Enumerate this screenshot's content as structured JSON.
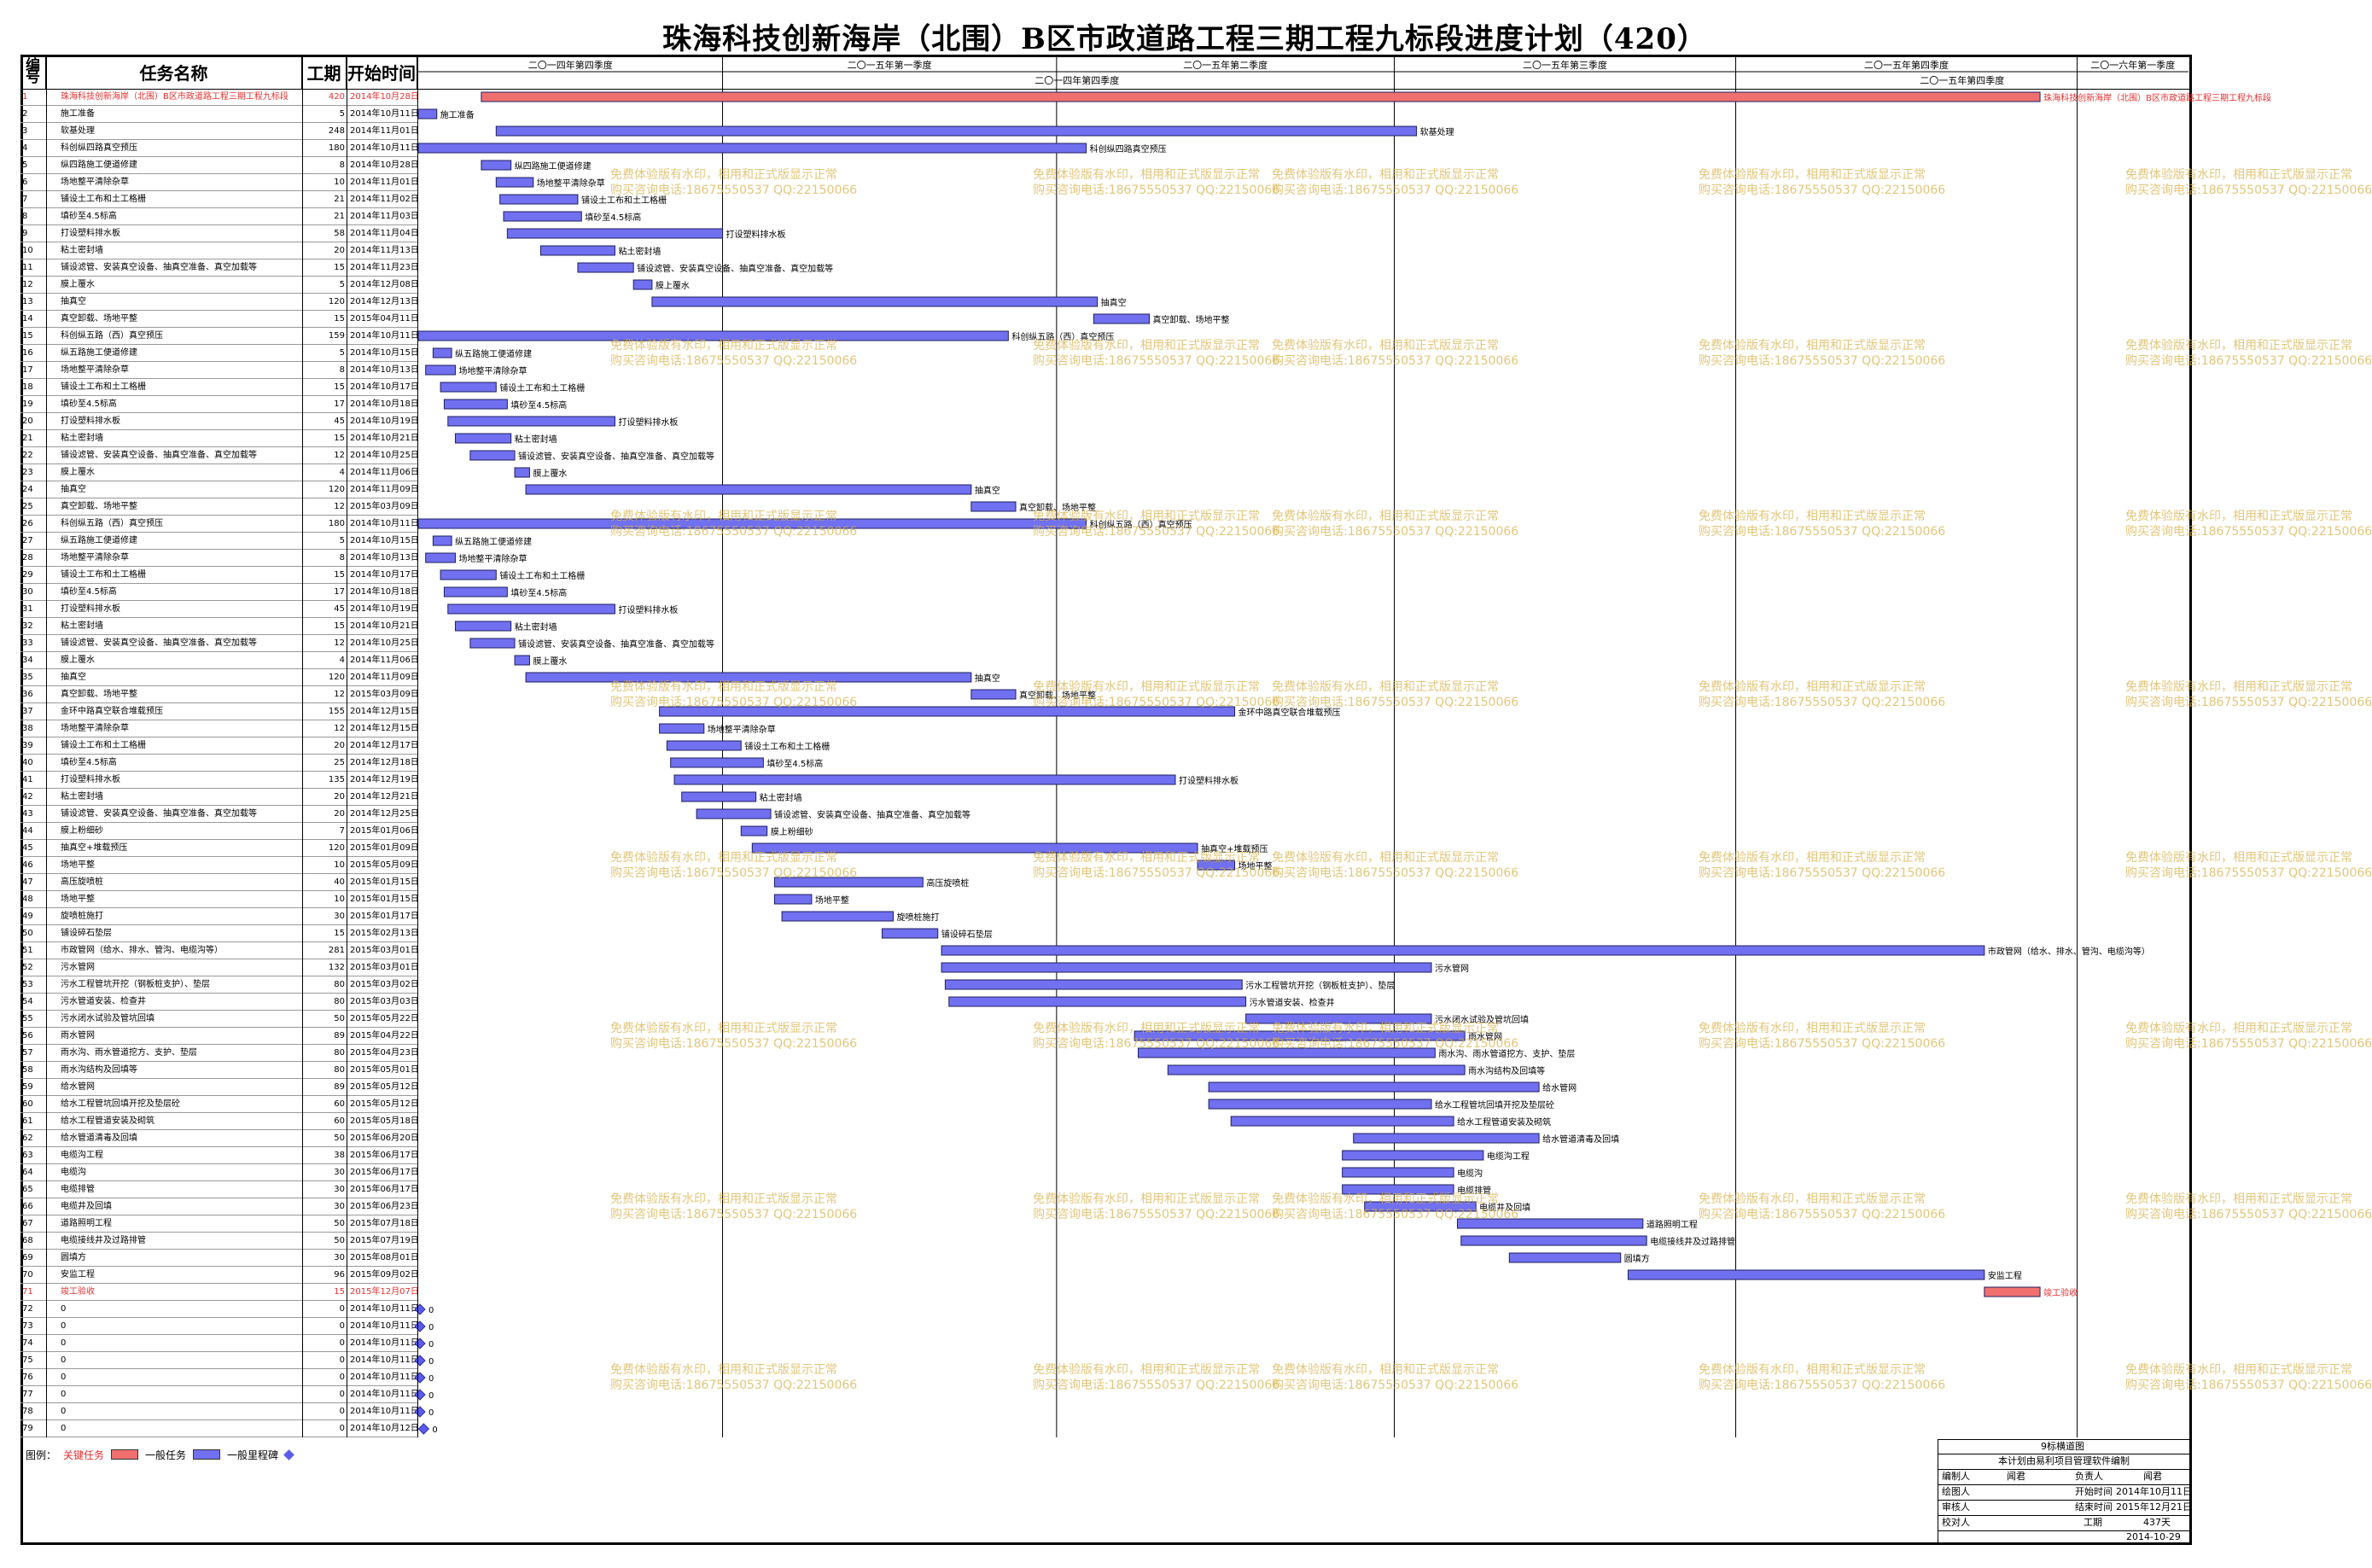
{
  "title": "珠海科技创新海岸（北围）B区市政道路工程三期工程九标段进度计划（420）",
  "headers": {
    "id": "编\n号",
    "name": "任务名称",
    "duration": "工期",
    "start": "开始时间"
  },
  "timescale": {
    "upper": [
      "二〇一四年第四季度",
      "二〇一五年第一季度",
      "二〇一五年第二季度",
      "二〇一五年第三季度",
      "二〇一五年第四季度",
      "二〇一六年第一季度"
    ],
    "lower": [
      "二〇一四年第四季度",
      "二〇一五年第四季度"
    ]
  },
  "colors": {
    "critical": "#f07070",
    "normal": "#7070f0",
    "milestone": "#5b5bf0",
    "critical_text": "#e53030",
    "watermark": "#d9b34d"
  },
  "watermark": {
    "line1": "免费体验版有水印，相用和正式版显示正常",
    "line2": "购买咨询电话:18675550537 QQ:22150066"
  },
  "legend": {
    "label": "图例：",
    "critical": "关键任务",
    "normal": "一般任务",
    "milestone": "一般里程碑"
  },
  "title_block": {
    "project": "9标横道图",
    "software": "本计划由易利项目管理软件编制",
    "prep_label": "编制人",
    "prep_name": "闻君",
    "owner_label": "负责人",
    "owner_name": "闻君",
    "draw_label": "绘图人",
    "start_label": "开始时间",
    "start_value": "2014年10月11日",
    "review_label": "审核人",
    "end_label": "结束时间",
    "end_value": "2015年12月21日",
    "check_label": "校对人",
    "dur_label": "工期",
    "dur_value": "437天",
    "date": "2014-10-29"
  },
  "chart_data": {
    "type": "gantt",
    "tasks": [
      {
        "id": "1",
        "name": "珠海科技创新海岸（北围）B区市政道路工程三期工程九标段",
        "dur": 420,
        "start": "2014年10月28日",
        "type": "critical"
      },
      {
        "id": "2",
        "name": "施工准备",
        "dur": 5,
        "start": "2014年10月11日",
        "type": "normal"
      },
      {
        "id": "3",
        "name": "软基处理",
        "dur": 248,
        "start": "2014年11月01日",
        "type": "normal"
      },
      {
        "id": "4",
        "name": "科创纵四路真空预压",
        "dur": 180,
        "start": "2014年10月11日",
        "type": "normal"
      },
      {
        "id": "5",
        "name": "纵四路施工便道修建",
        "dur": 8,
        "start": "2014年10月28日",
        "type": "normal"
      },
      {
        "id": "6",
        "name": "场地整平清除杂草",
        "dur": 10,
        "start": "2014年11月01日",
        "type": "normal"
      },
      {
        "id": "7",
        "name": "铺设土工布和土工格栅",
        "dur": 21,
        "start": "2014年11月02日",
        "type": "normal"
      },
      {
        "id": "8",
        "name": "填砂至4.5标高",
        "dur": 21,
        "start": "2014年11月03日",
        "type": "normal"
      },
      {
        "id": "9",
        "name": "打设塑料排水板",
        "dur": 58,
        "start": "2014年11月04日",
        "type": "normal"
      },
      {
        "id": "10",
        "name": "粘土密封墙",
        "dur": 20,
        "start": "2014年11月13日",
        "type": "normal"
      },
      {
        "id": "11",
        "name": "铺设滤管、安装真空设备、抽真空准备、真空加载等",
        "dur": 15,
        "start": "2014年11月23日",
        "type": "normal"
      },
      {
        "id": "12",
        "name": "膜上覆水",
        "dur": 5,
        "start": "2014年12月08日",
        "type": "normal"
      },
      {
        "id": "13",
        "name": "抽真空",
        "dur": 120,
        "start": "2014年12月13日",
        "type": "normal"
      },
      {
        "id": "14",
        "name": "真空卸载、场地平整",
        "dur": 15,
        "start": "2015年04月11日",
        "type": "normal"
      },
      {
        "id": "15",
        "name": "科创纵五路（西）真空预压",
        "dur": 159,
        "start": "2014年10月11日",
        "type": "normal"
      },
      {
        "id": "16",
        "name": "纵五路施工便道修建",
        "dur": 5,
        "start": "2014年10月15日",
        "type": "normal"
      },
      {
        "id": "17",
        "name": "场地整平清除杂草",
        "dur": 8,
        "start": "2014年10月13日",
        "type": "normal"
      },
      {
        "id": "18",
        "name": "铺设土工布和土工格栅",
        "dur": 15,
        "start": "2014年10月17日",
        "type": "normal"
      },
      {
        "id": "19",
        "name": "填砂至4.5标高",
        "dur": 17,
        "start": "2014年10月18日",
        "type": "normal"
      },
      {
        "id": "20",
        "name": "打设塑料排水板",
        "dur": 45,
        "start": "2014年10月19日",
        "type": "normal"
      },
      {
        "id": "21",
        "name": "粘土密封墙",
        "dur": 15,
        "start": "2014年10月21日",
        "type": "normal"
      },
      {
        "id": "22",
        "name": "铺设滤管、安装真空设备、抽真空准备、真空加载等",
        "dur": 12,
        "start": "2014年10月25日",
        "type": "normal"
      },
      {
        "id": "23",
        "name": "膜上覆水",
        "dur": 4,
        "start": "2014年11月06日",
        "type": "normal"
      },
      {
        "id": "24",
        "name": "抽真空",
        "dur": 120,
        "start": "2014年11月09日",
        "type": "normal"
      },
      {
        "id": "25",
        "name": "真空卸载、场地平整",
        "dur": 12,
        "start": "2015年03月09日",
        "type": "normal"
      },
      {
        "id": "26",
        "name": "科创纵五路（西）真空预压",
        "dur": 180,
        "start": "2014年10月11日",
        "type": "normal"
      },
      {
        "id": "27",
        "name": "纵五路施工便道修建",
        "dur": 5,
        "start": "2014年10月15日",
        "type": "normal"
      },
      {
        "id": "28",
        "name": "场地整平清除杂草",
        "dur": 8,
        "start": "2014年10月13日",
        "type": "normal"
      },
      {
        "id": "29",
        "name": "铺设土工布和土工格栅",
        "dur": 15,
        "start": "2014年10月17日",
        "type": "normal"
      },
      {
        "id": "30",
        "name": "填砂至4.5标高",
        "dur": 17,
        "start": "2014年10月18日",
        "type": "normal"
      },
      {
        "id": "31",
        "name": "打设塑料排水板",
        "dur": 45,
        "start": "2014年10月19日",
        "type": "normal"
      },
      {
        "id": "32",
        "name": "粘土密封墙",
        "dur": 15,
        "start": "2014年10月21日",
        "type": "normal"
      },
      {
        "id": "33",
        "name": "铺设滤管、安装真空设备、抽真空准备、真空加载等",
        "dur": 12,
        "start": "2014年10月25日",
        "type": "normal"
      },
      {
        "id": "34",
        "name": "膜上覆水",
        "dur": 4,
        "start": "2014年11月06日",
        "type": "normal"
      },
      {
        "id": "35",
        "name": "抽真空",
        "dur": 120,
        "start": "2014年11月09日",
        "type": "normal"
      },
      {
        "id": "36",
        "name": "真空卸载、场地平整",
        "dur": 12,
        "start": "2015年03月09日",
        "type": "normal"
      },
      {
        "id": "37",
        "name": "金环中路真空联合堆载预压",
        "dur": 155,
        "start": "2014年12月15日",
        "type": "normal"
      },
      {
        "id": "38",
        "name": "场地整平清除杂草",
        "dur": 12,
        "start": "2014年12月15日",
        "type": "normal"
      },
      {
        "id": "39",
        "name": "铺设土工布和土工格栅",
        "dur": 20,
        "start": "2014年12月17日",
        "type": "normal"
      },
      {
        "id": "40",
        "name": "填砂至4.5标高",
        "dur": 25,
        "start": "2014年12月18日",
        "type": "normal"
      },
      {
        "id": "41",
        "name": "打设塑料排水板",
        "dur": 135,
        "start": "2014年12月19日",
        "type": "normal"
      },
      {
        "id": "42",
        "name": "粘土密封墙",
        "dur": 20,
        "start": "2014年12月21日",
        "type": "normal"
      },
      {
        "id": "43",
        "name": "铺设滤管、安装真空设备、抽真空准备、真空加载等",
        "dur": 20,
        "start": "2014年12月25日",
        "type": "normal"
      },
      {
        "id": "44",
        "name": "膜上粉细砂",
        "dur": 7,
        "start": "2015年01月06日",
        "type": "normal"
      },
      {
        "id": "45",
        "name": "抽真空+堆载预压",
        "dur": 120,
        "start": "2015年01月09日",
        "type": "normal"
      },
      {
        "id": "46",
        "name": "场地平整",
        "dur": 10,
        "start": "2015年05月09日",
        "type": "normal"
      },
      {
        "id": "47",
        "name": "高压旋喷桩",
        "dur": 40,
        "start": "2015年01月15日",
        "type": "normal"
      },
      {
        "id": "48",
        "name": "场地平整",
        "dur": 10,
        "start": "2015年01月15日",
        "type": "normal"
      },
      {
        "id": "49",
        "name": "旋喷桩施打",
        "dur": 30,
        "start": "2015年01月17日",
        "type": "normal"
      },
      {
        "id": "50",
        "name": "铺设碎石垫层",
        "dur": 15,
        "start": "2015年02月13日",
        "type": "normal"
      },
      {
        "id": "51",
        "name": "市政管网（给水、排水、管沟、电缆沟等）",
        "dur": 281,
        "start": "2015年03月01日",
        "type": "normal"
      },
      {
        "id": "52",
        "name": "污水管网",
        "dur": 132,
        "start": "2015年03月01日",
        "type": "normal"
      },
      {
        "id": "53",
        "name": "污水工程管坑开挖（钢板桩支护）、垫层",
        "dur": 80,
        "start": "2015年03月02日",
        "type": "normal"
      },
      {
        "id": "54",
        "name": "污水管道安装、检查井",
        "dur": 80,
        "start": "2015年03月03日",
        "type": "normal"
      },
      {
        "id": "55",
        "name": "污水闭水试验及管坑回填",
        "dur": 50,
        "start": "2015年05月22日",
        "type": "normal"
      },
      {
        "id": "56",
        "name": "雨水管网",
        "dur": 89,
        "start": "2015年04月22日",
        "type": "normal"
      },
      {
        "id": "57",
        "name": "雨水沟、雨水管道挖方、支护、垫层",
        "dur": 80,
        "start": "2015年04月23日",
        "type": "normal"
      },
      {
        "id": "58",
        "name": "雨水沟结构及回填等",
        "dur": 80,
        "start": "2015年05月01日",
        "type": "normal"
      },
      {
        "id": "59",
        "name": "给水管网",
        "dur": 89,
        "start": "2015年05月12日",
        "type": "normal"
      },
      {
        "id": "60",
        "name": "给水工程管坑回填开挖及垫层砼",
        "dur": 60,
        "start": "2015年05月12日",
        "type": "normal"
      },
      {
        "id": "61",
        "name": "给水工程管道安装及砌筑",
        "dur": 60,
        "start": "2015年05月18日",
        "type": "normal"
      },
      {
        "id": "62",
        "name": "给水管道清毒及回填",
        "dur": 50,
        "start": "2015年06月20日",
        "type": "normal"
      },
      {
        "id": "63",
        "name": "电缆沟工程",
        "dur": 38,
        "start": "2015年06月17日",
        "type": "normal"
      },
      {
        "id": "64",
        "name": "电缆沟",
        "dur": 30,
        "start": "2015年06月17日",
        "type": "normal"
      },
      {
        "id": "65",
        "name": "电缆排管",
        "dur": 30,
        "start": "2015年06月17日",
        "type": "normal"
      },
      {
        "id": "66",
        "name": "电缆井及回填",
        "dur": 30,
        "start": "2015年06月23日",
        "type": "normal"
      },
      {
        "id": "67",
        "name": "道路照明工程",
        "dur": 50,
        "start": "2015年07月18日",
        "type": "normal"
      },
      {
        "id": "68",
        "name": "电缆接线井及过路排管",
        "dur": 50,
        "start": "2015年07月19日",
        "type": "normal"
      },
      {
        "id": "69",
        "name": "圆填方",
        "dur": 30,
        "start": "2015年08月01日",
        "type": "normal"
      },
      {
        "id": "70",
        "name": "安监工程",
        "dur": 96,
        "start": "2015年09月02日",
        "type": "normal"
      },
      {
        "id": "71",
        "name": "竣工验收",
        "dur": 15,
        "start": "2015年12月07日",
        "type": "critical"
      },
      {
        "id": "72",
        "name": "0",
        "dur": 0,
        "start": "2014年10月11日",
        "type": "milestone"
      },
      {
        "id": "73",
        "name": "0",
        "dur": 0,
        "start": "2014年10月11日",
        "type": "milestone"
      },
      {
        "id": "74",
        "name": "0",
        "dur": 0,
        "start": "2014年10月11日",
        "type": "milestone"
      },
      {
        "id": "75",
        "name": "0",
        "dur": 0,
        "start": "2014年10月11日",
        "type": "milestone"
      },
      {
        "id": "76",
        "name": "0",
        "dur": 0,
        "start": "2014年10月11日",
        "type": "milestone"
      },
      {
        "id": "77",
        "name": "0",
        "dur": 0,
        "start": "2014年10月11日",
        "type": "milestone"
      },
      {
        "id": "78",
        "name": "0",
        "dur": 0,
        "start": "2014年10月11日",
        "type": "milestone"
      },
      {
        "id": "79",
        "name": "0",
        "dur": 0,
        "start": "2014年10月12日",
        "type": "milestone"
      }
    ],
    "bar_labels": {
      "1": "珠海科技创新海岸（北围）B区市政道路工程三期工程九标段",
      "2": "施工准备",
      "3": "软基处理",
      "4": "科创纵四路真空预压",
      "5": "纵四路施工便道修建",
      "6": "场地整平清除杂草",
      "7": "铺设土工布和土工格栅",
      "8": "填砂至4.5标高",
      "9": "打设塑料排水板",
      "10": "粘土密封墙",
      "11": "铺设滤管、安装真空设备、抽真空准备、真空加载等",
      "12": "膜上覆水",
      "13": "抽真空",
      "14": "真空卸载、场地平整",
      "15": "科创纵五路（西）真空预压",
      "16": "纵五路施工便道修建",
      "17": "场地整平清除杂草",
      "18": "铺设土工布和土工格栅",
      "19": "填砂至4.5标高",
      "20": "打设塑料排水板",
      "21": "粘土密封墙",
      "22": "铺设滤管、安装真空设备、抽真空准备、真空加载等",
      "23": "膜上覆水",
      "24": "抽真空",
      "25": "真空卸载、场地平整",
      "26": "科创纵五路（西）真空预压",
      "27": "纵五路施工便道修建",
      "28": "场地整平清除杂草",
      "29": "铺设土工布和土工格栅",
      "30": "填砂至4.5标高",
      "31": "打设塑料排水板",
      "32": "粘土密封墙",
      "33": "铺设滤管、安装真空设备、抽真空准备、真空加载等",
      "34": "膜上覆水",
      "35": "抽真空",
      "36": "真空卸载、场地平整",
      "37": "金环中路真空联合堆载预压",
      "38": "场地整平清除杂草",
      "39": "铺设土工布和土工格栅",
      "40": "填砂至4.5标高",
      "41": "打设塑料排水板",
      "42": "粘土密封墙",
      "43": "铺设滤管、安装真空设备、抽真空准备、真空加载等",
      "44": "膜上粉细砂",
      "45": "抽真空+堆载预压",
      "46": "场地平整",
      "47": "高压旋喷桩",
      "48": "场地平整",
      "49": "旋喷桩施打",
      "50": "铺设碎石垫层",
      "51": "市政管网（给水、排水、管沟、电缆沟等）",
      "52": "污水管网",
      "53": "污水工程管坑开挖（钢板桩支护）、垫层",
      "54": "污水管道安装、检查井",
      "55": "污水闭水试验及管坑回填",
      "56": "雨水管网",
      "57": "雨水沟、雨水管道挖方、支护、垫层",
      "58": "雨水沟结构及回填等",
      "59": "给水管网",
      "60": "给水工程管坑回填开挖及垫层砼",
      "61": "给水工程管道安装及砌筑",
      "62": "给水管道清毒及回填",
      "63": "电缆沟工程",
      "64": "电缆沟",
      "65": "电缆排管",
      "66": "电缆井及回填",
      "67": "道路照明工程",
      "68": "电缆接线井及过路排管",
      "69": "圆填方",
      "70": "安监工程",
      "71": "竣工验收",
      "72": "0",
      "73": "0",
      "74": "0",
      "75": "0",
      "76": "0",
      "77": "0",
      "78": "0",
      "79": "0"
    },
    "x_range": [
      "2014-10-11",
      "2016-01-31"
    ]
  }
}
